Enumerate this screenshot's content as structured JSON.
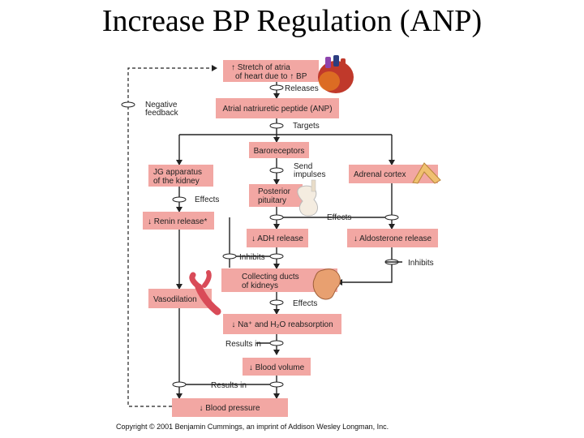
{
  "title": "Increase BP Regulation (ANP)",
  "boxes": {
    "stretch_line1": "↑ Stretch of atria",
    "stretch_line2": "of heart due to ↑ BP",
    "anp": "Atrial natriuretic peptide (ANP)",
    "baroreceptors": "Baroreceptors",
    "jg_line1": "JG apparatus",
    "jg_line2": "of the kidney",
    "posterior_line1": "Posterior",
    "posterior_line2": "pituitary",
    "adrenal": "Adrenal cortex",
    "renin": "↓ Renin release*",
    "adh": "↓ ADH release",
    "aldosterone": "↓ Aldosterone release",
    "vasodilation": "Vasodilation",
    "collecting_line1": "Collecting ducts",
    "collecting_line2": "of kidneys",
    "reabsorption": "↓ Na⁺ and H₂O reabsorption",
    "blood_volume": "↓ Blood volume",
    "blood_pressure": "↓ Blood pressure"
  },
  "labels": {
    "releases": "Releases",
    "targets": "Targets",
    "negative_line1": "Negative",
    "negative_line2": "feedback",
    "send_line1": "Send",
    "send_line2": "impulses",
    "effects_jg": "Effects",
    "effects_mid": "Effects",
    "inhibits_left": "Inhibits",
    "inhibits_right": "Inhibits",
    "effects_collecting": "Effects",
    "results_in_1": "Results in",
    "results_in_2": "Results in"
  },
  "copyright": "Copyright © 2001 Benjamin Cummings, an imprint of Addison Wesley Longman, Inc.",
  "colors": {
    "box_fill": "#f2a7a3",
    "heart": "#c0392b",
    "kidney": "#e8a070",
    "adrenal": "#f0c070",
    "vessel": "#d94b58"
  }
}
